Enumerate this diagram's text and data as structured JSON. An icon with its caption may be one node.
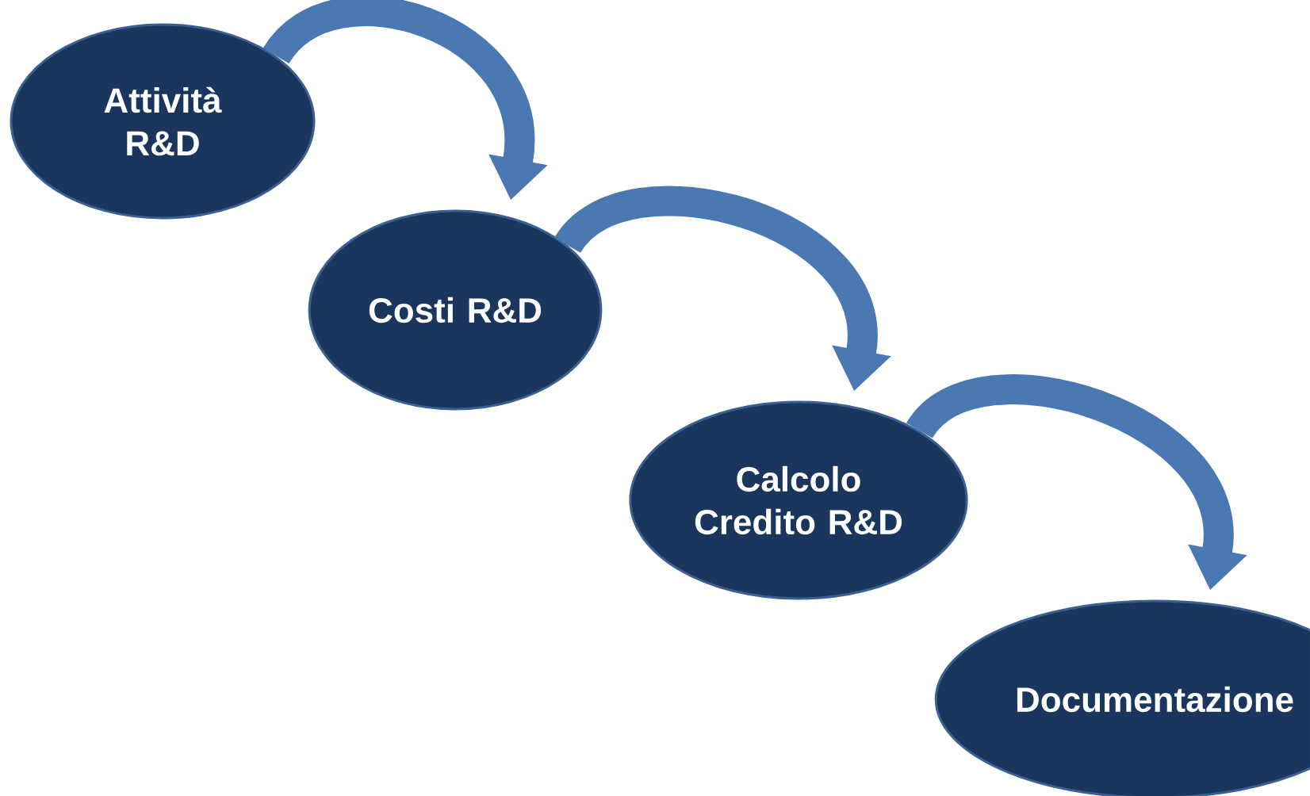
{
  "diagram": {
    "nodes": [
      {
        "text": [
          "Attività R&D"
        ]
      },
      {
        "text": [
          "Costi R&D"
        ]
      },
      {
        "text": [
          "Calcolo Credito R&D"
        ]
      },
      {
        "text": [
          "Documentazione"
        ]
      }
    ],
    "edges": [
      {
        "from": 0,
        "to": 1,
        "arrow": "to"
      },
      {
        "from": 1,
        "to": 2,
        "arrow": "to"
      },
      {
        "from": 2,
        "to": 3,
        "arrow": "to"
      }
    ]
  }
}
